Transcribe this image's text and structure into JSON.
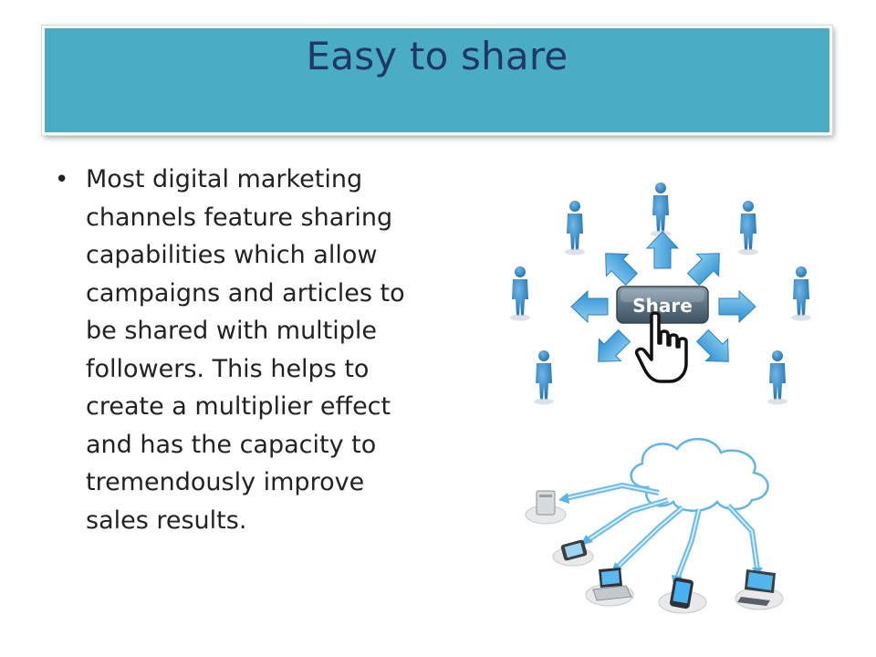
{
  "slide": {
    "title": "Easy to share",
    "bullet_text": "Most digital marketing channels feature sharing capabilities which allow campaigns and articles to be shared with multiple followers. This helps to create a multiplier effect and has the capacity to tremendously improve sales results.",
    "share_button_label": "Share"
  },
  "icons": {
    "bullet": "bullet-dot",
    "hand": "hand-pointer-icon",
    "people": "person-icon",
    "cloud": "cloud-icon",
    "devices": [
      "server-icon",
      "mobile-phone-icon",
      "laptop-icon",
      "smartphone-icon",
      "desktop-computer-icon"
    ]
  },
  "colors": {
    "title_bar": "#4bacc6",
    "title_text": "#1f3864",
    "arrow": "#4aa6dc",
    "person": "#2b84c6",
    "share_button": "#5a6f80"
  }
}
